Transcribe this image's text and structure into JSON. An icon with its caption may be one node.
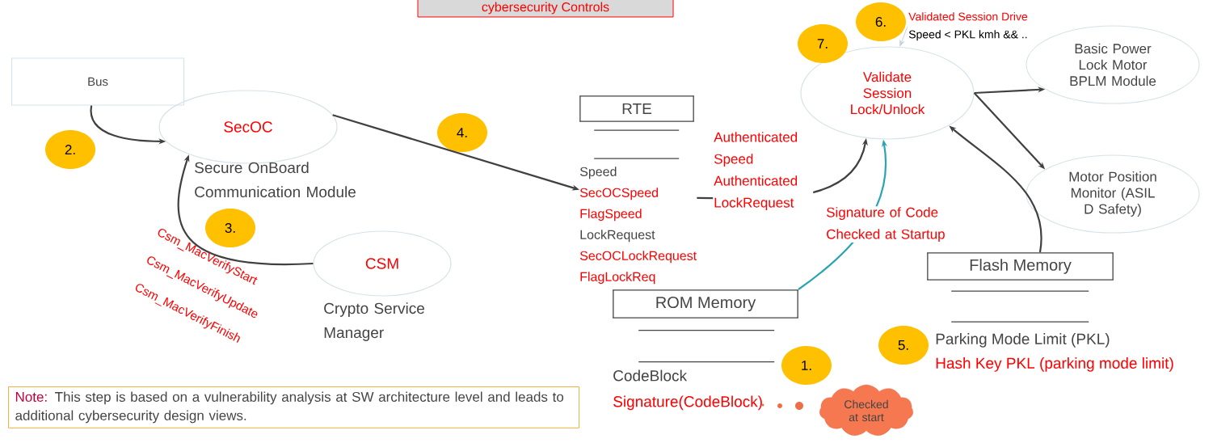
{
  "diagram": {
    "nodes": [
      {
        "text": [
          "cybersecurity Controls"
        ]
      },
      {
        "text": [
          "Bus"
        ]
      },
      {
        "text": [
          "SecOC"
        ],
        "beside": [
          "Secure OnBoard Communication Module"
        ]
      },
      {
        "text": [
          "CSM"
        ],
        "beside": [
          "Crypto Service Manager"
        ]
      },
      {
        "text": [
          "RTE",
          "Speed",
          "SecOCSpeed",
          "FlagSpeed",
          "LockRequest",
          "SecOCLockRequest",
          "FlagLockReq"
        ]
      },
      {
        "text": [
          "Validate Session Lock/Unlock"
        ]
      },
      {
        "text": [
          "Basic Power Lock Motor BPLM Module"
        ]
      },
      {
        "text": [
          "Motor Position Monitor (ASIL D Safety)"
        ]
      },
      {
        "text": [
          "ROM Memory",
          "CodeBlock",
          "Signature(CodeBlock)"
        ]
      },
      {
        "text": [
          "Flash Memory",
          "Parking Mode Limit (PKL)",
          "Hash Key PKL (parking mode limit)"
        ]
      },
      {
        "text": [
          "Checked at start"
        ]
      },
      {
        "text": [
          "Note:",
          "This step is based on a vulnerability analysis at SW architecture level and leads to additional cybersecurity design views."
        ]
      },
      {
        "text": [
          "Validated Session Drive",
          "Speed < PKL kmh && .."
        ]
      },
      {
        "text": [
          "1."
        ]
      },
      {
        "text": [
          "2."
        ]
      },
      {
        "text": [
          "3."
        ]
      },
      {
        "text": [
          "4."
        ]
      },
      {
        "text": [
          "5."
        ]
      },
      {
        "text": [
          "6."
        ]
      },
      {
        "text": [
          "7."
        ]
      }
    ],
    "edges": [
      {
        "from": 1,
        "to": 2,
        "arrow": "to"
      },
      {
        "from": 3,
        "to": 2,
        "arrow": "to"
      },
      {
        "from": 2,
        "to": 4,
        "arrow": "to"
      },
      {
        "from": 4,
        "to": 5,
        "arrow": "to",
        "label": "Authenticated Speed Authenticated LockRequest"
      },
      {
        "from": 8,
        "to": 5,
        "arrow": "to",
        "label": "Signature of Code Checked at Startup",
        "color": "#2aa3b3"
      },
      {
        "from": 5,
        "to": 6,
        "arrow": "to"
      },
      {
        "from": 5,
        "to": 7,
        "arrow": "to"
      },
      {
        "from": 9,
        "to": 5,
        "arrow": "to"
      },
      {
        "from": 12,
        "to": 5,
        "arrow": "to",
        "color": "#c5d3df"
      }
    ],
    "labels": [
      "Csm_MacVerifyStart",
      "Csm_MacVerifyUpdate",
      "Csm_MacVerifyFinish"
    ]
  }
}
